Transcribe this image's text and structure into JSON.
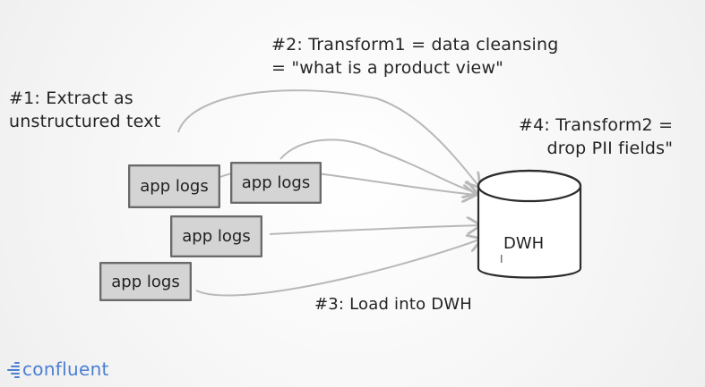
{
  "steps": {
    "extract": {
      "line1": "#1: Extract as",
      "line2": "unstructured text"
    },
    "transform1": {
      "line1": "#2: Transform1 = data cleansing",
      "line2": "= \"what is a product view\""
    },
    "load": {
      "line1": "#3: Load into DWH"
    },
    "transform2": {
      "line1": "#4: Transform2 =",
      "line2": "drop PII fields\""
    }
  },
  "sources": [
    {
      "label": "app logs"
    },
    {
      "label": "app logs"
    },
    {
      "label": "app logs"
    },
    {
      "label": "app logs"
    }
  ],
  "warehouse": {
    "label": "DWH"
  },
  "branding": {
    "name": "confluent",
    "color": "#4a7fd3",
    "icon": "confluent-logo-icon"
  },
  "cursor": {
    "glyph": "I"
  },
  "colors": {
    "background": "#fbfbfb",
    "box_fill": "#d4d4d4",
    "box_border": "#6a6a6a",
    "arrow": "#b8b8b8",
    "text": "#242424"
  }
}
